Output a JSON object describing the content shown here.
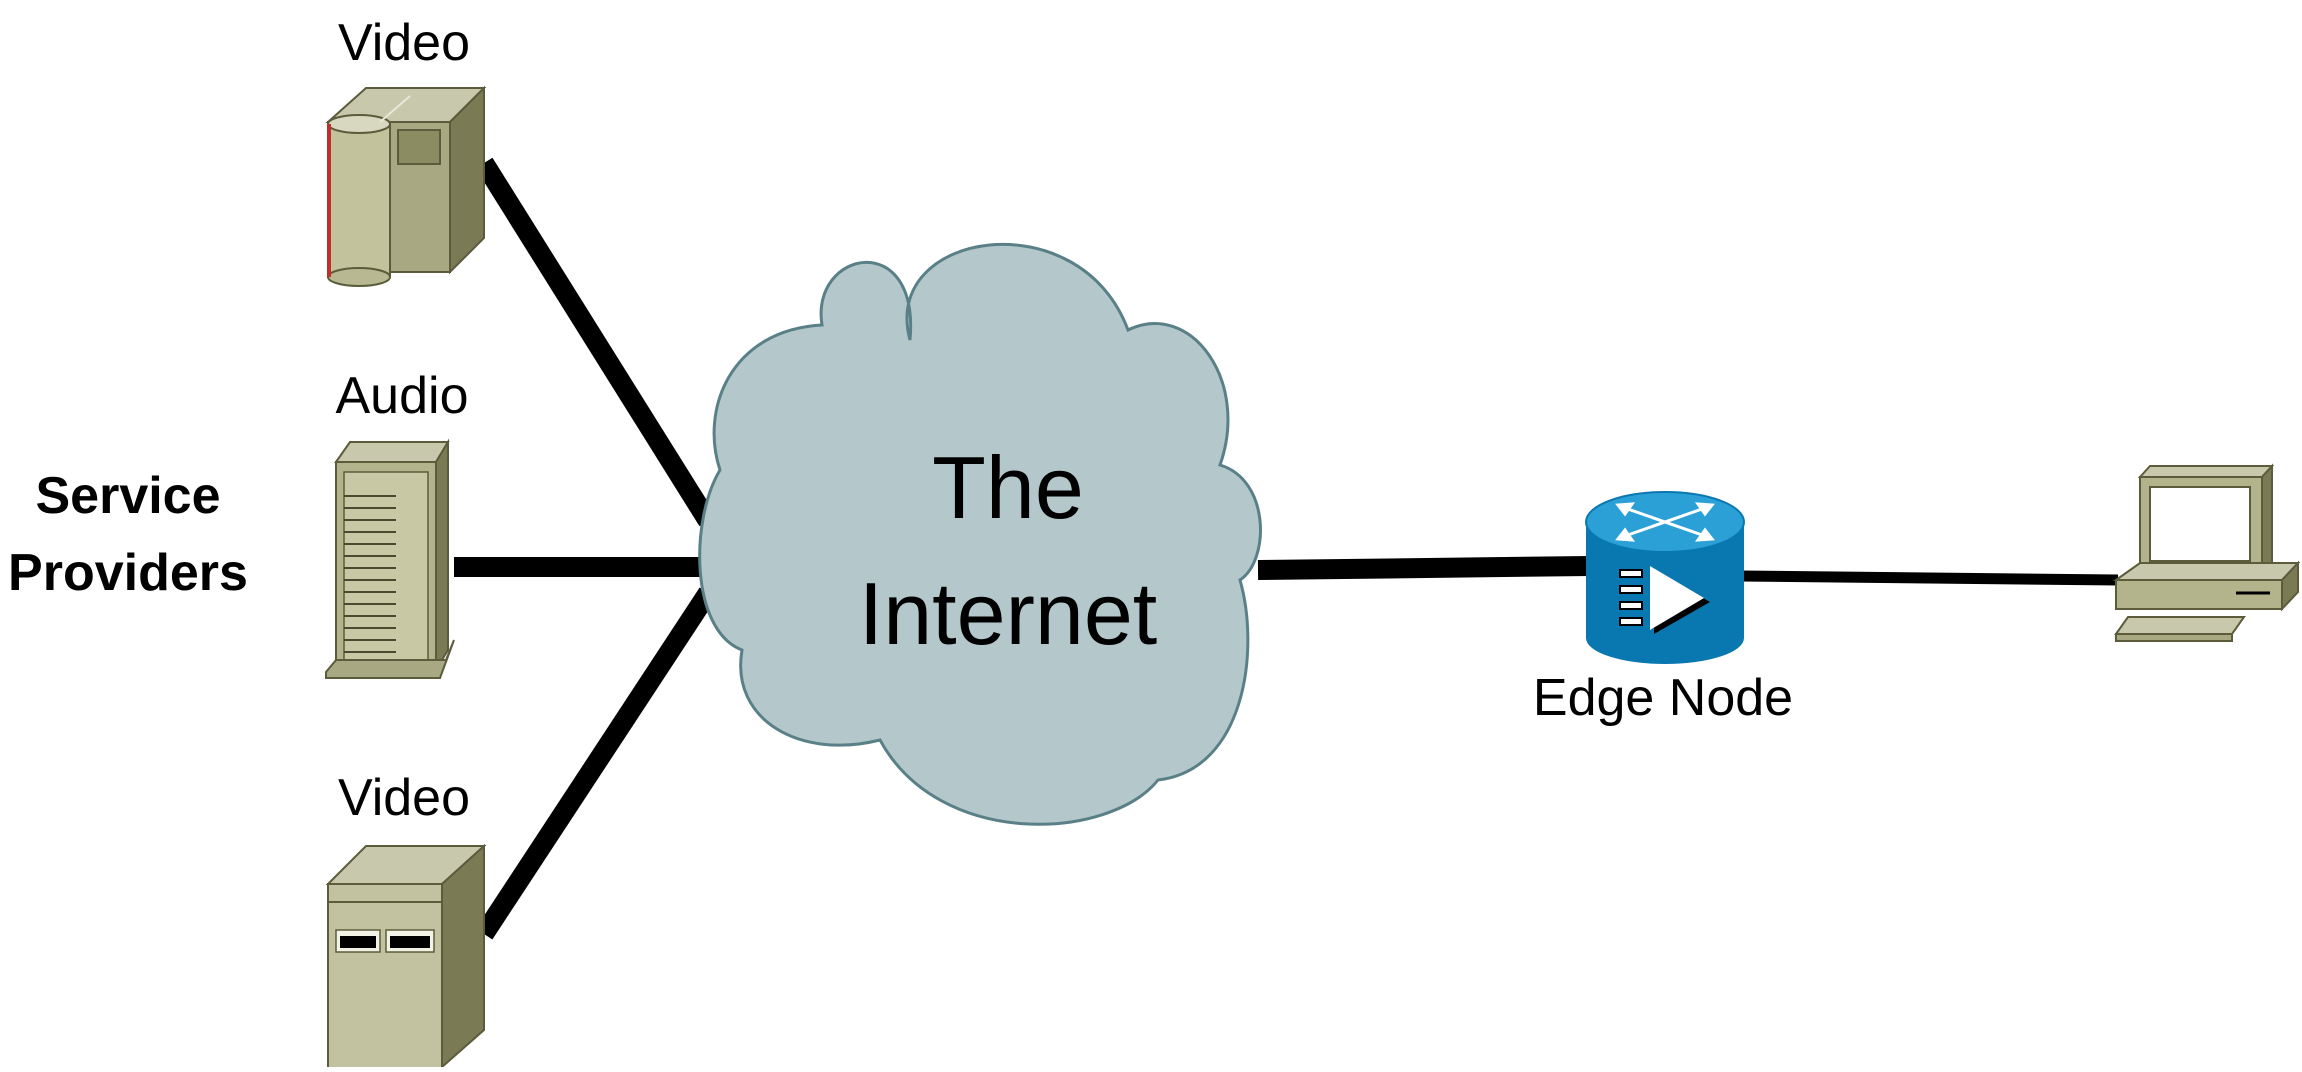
{
  "diagram": {
    "side_label": [
      "Service",
      "Providers"
    ],
    "providers": [
      {
        "label": "Video",
        "icon": "video-server-icon"
      },
      {
        "label": "Audio",
        "icon": "audio-server-icon"
      },
      {
        "label": "Video",
        "icon": "video-server-icon"
      }
    ],
    "cloud": {
      "lines": [
        "The",
        "Internet"
      ],
      "icon": "cloud-icon"
    },
    "edge_node": {
      "label": "Edge Node",
      "icon": "edge-node-router-icon"
    },
    "client": {
      "icon": "client-computer-icon"
    },
    "colors": {
      "cloud_fill": "#b4c8cc",
      "cloud_stroke": "#5a8087",
      "server_light": "#c8c8ad",
      "server_mid": "#a8a882",
      "server_dark": "#7a7a55",
      "router_top": "#2aa0d6",
      "router_body": "#0a78b0",
      "link": "#000000"
    }
  }
}
